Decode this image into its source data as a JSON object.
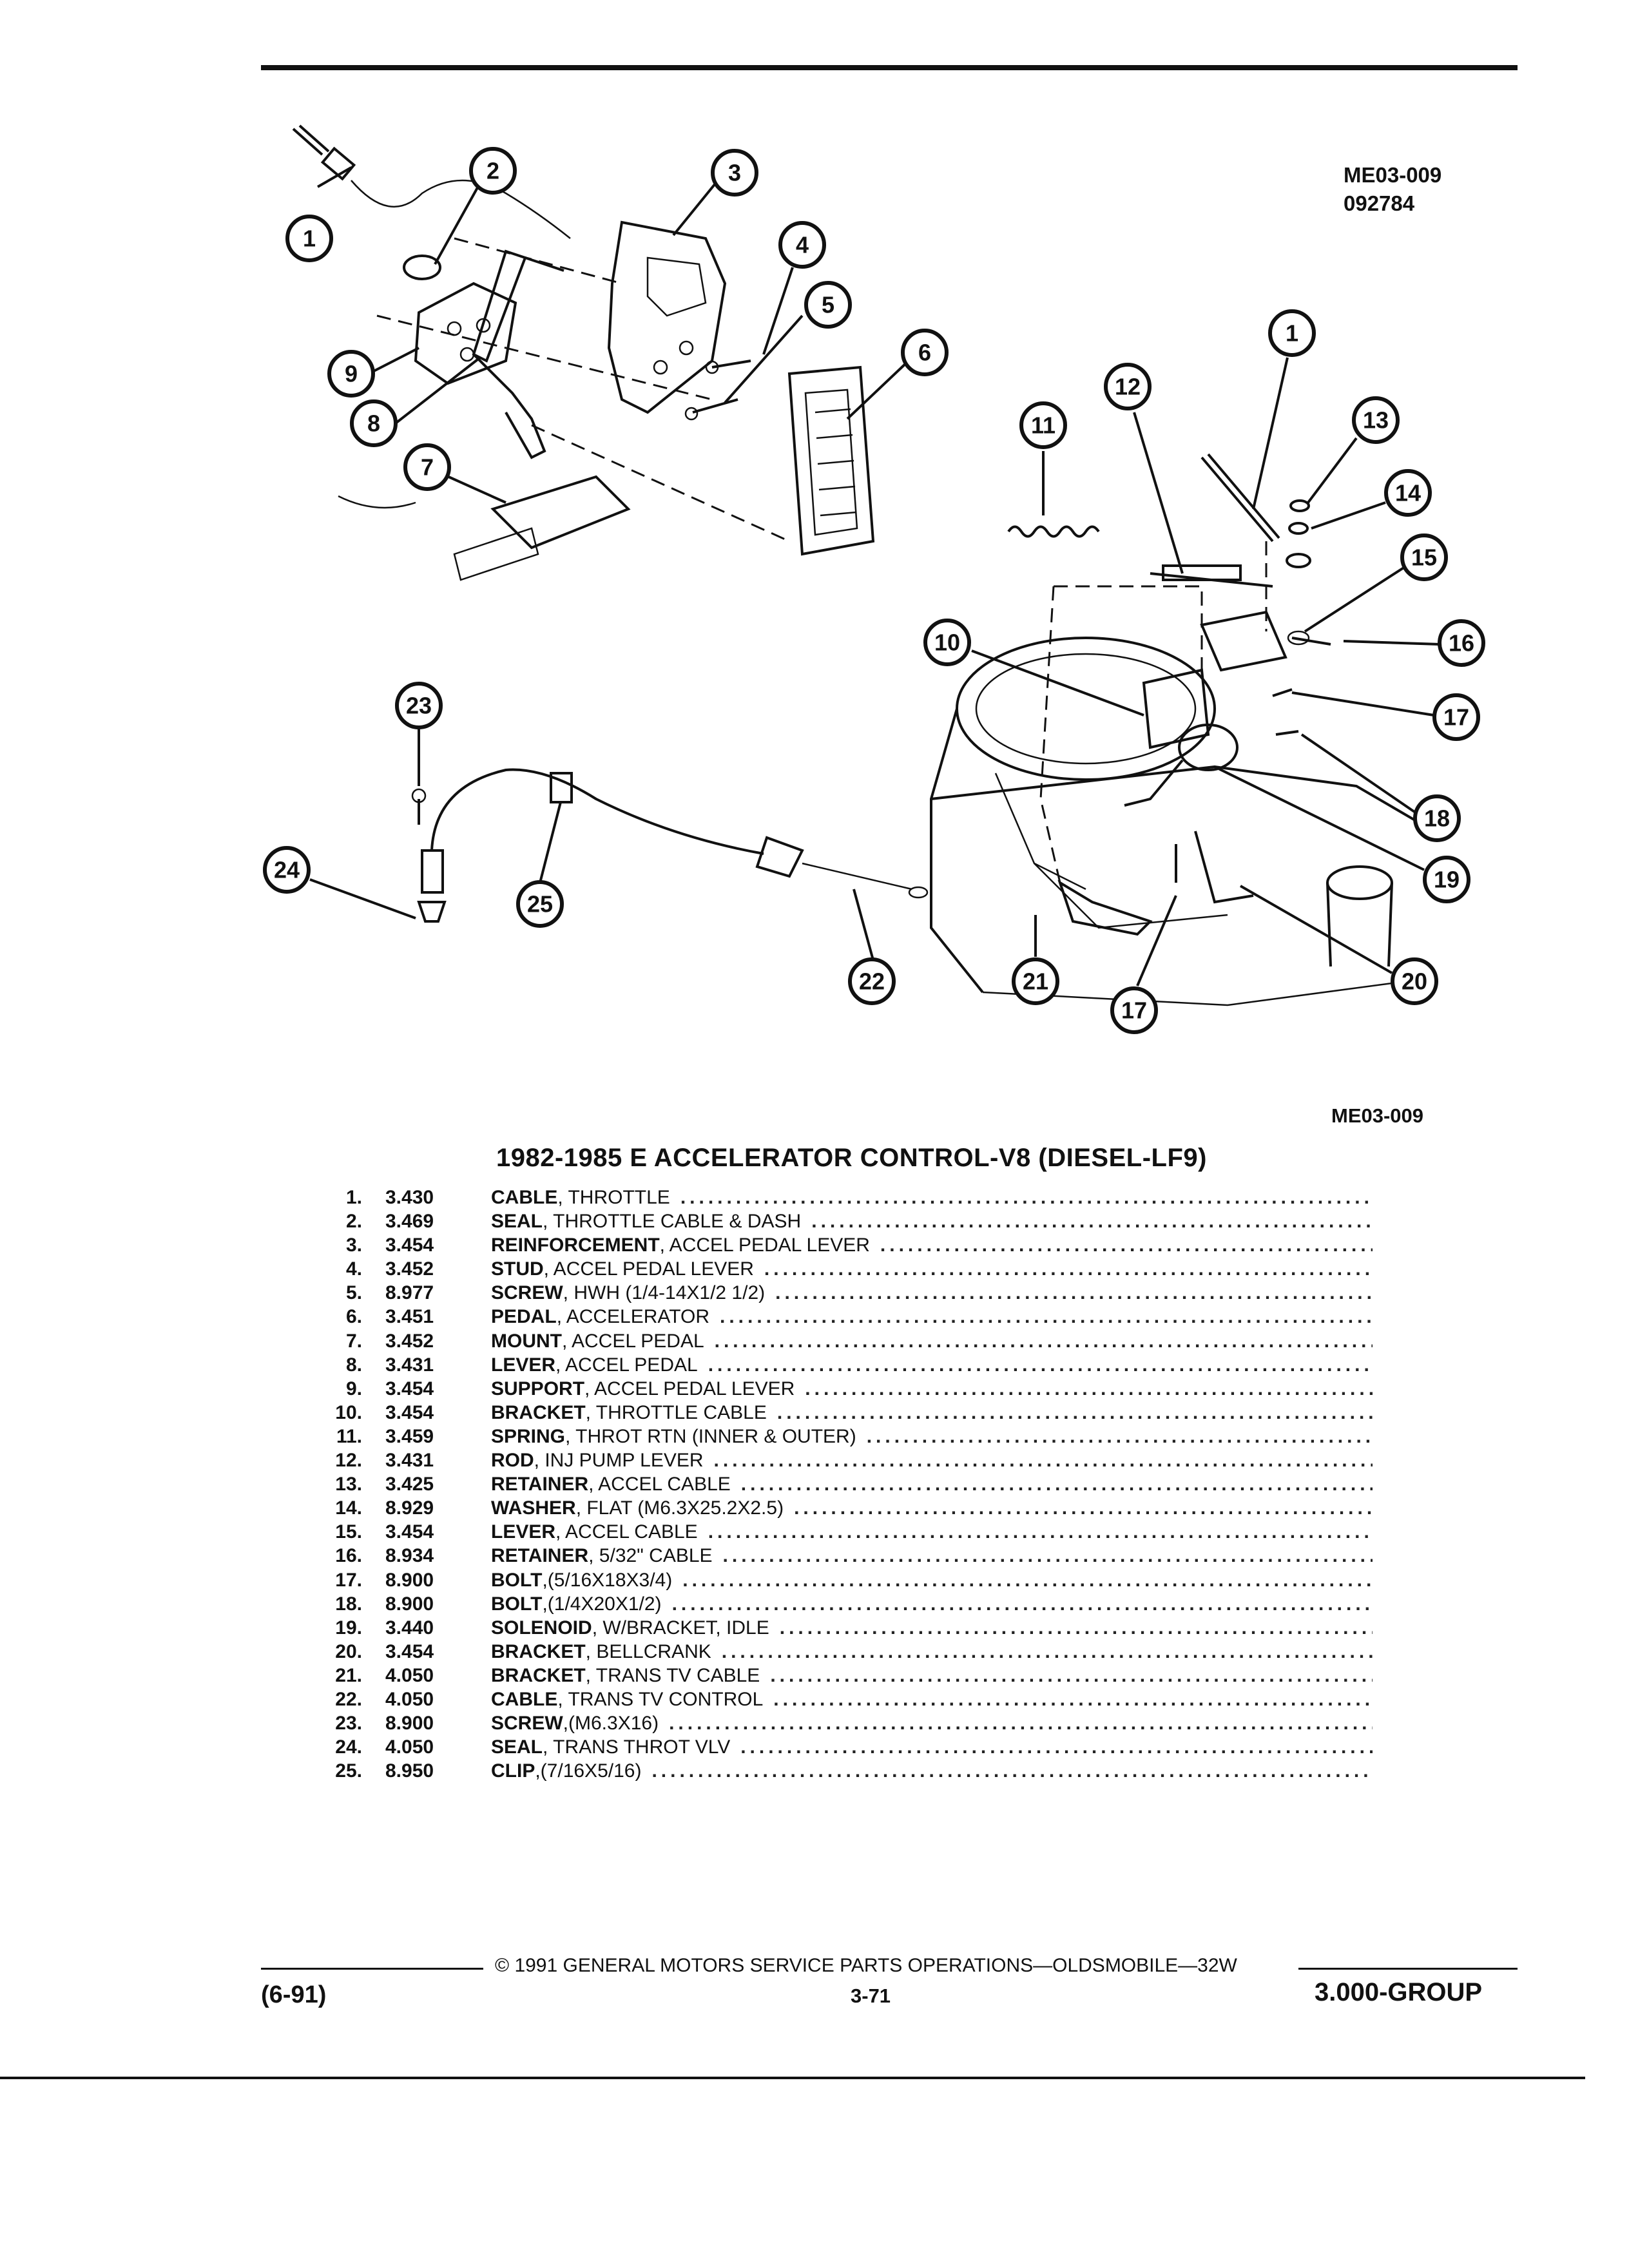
{
  "header": {
    "figure_code": "ME03-009",
    "figure_date": "092784"
  },
  "figure": {
    "code_bottom": "ME03-009",
    "callouts": [
      "1",
      "2",
      "3",
      "4",
      "5",
      "6",
      "7",
      "8",
      "9",
      "1",
      "11",
      "12",
      "13",
      "14",
      "15",
      "16",
      "10",
      "17",
      "18",
      "19",
      "20",
      "21",
      "17",
      "22",
      "23",
      "24",
      "25"
    ]
  },
  "title": "1982-1985 E ACCELERATOR CONTROL-V8 (DIESEL-LF9)",
  "parts": [
    {
      "num": "1.",
      "code": "3.430",
      "name": "CABLE",
      "desc": " , THROTTLE"
    },
    {
      "num": "2.",
      "code": "3.469",
      "name": "SEAL",
      "desc": " , THROTTLE CABLE & DASH"
    },
    {
      "num": "3.",
      "code": "3.454",
      "name": "REINFORCEMENT",
      "desc": " , ACCEL PEDAL LEVER"
    },
    {
      "num": "4.",
      "code": "3.452",
      "name": "STUD",
      "desc": " , ACCEL PEDAL LEVER"
    },
    {
      "num": "5.",
      "code": "8.977",
      "name": "SCREW",
      "desc": " , HWH (1/4-14X1/2 1/2)"
    },
    {
      "num": "6.",
      "code": "3.451",
      "name": "PEDAL",
      "desc": " , ACCELERATOR"
    },
    {
      "num": "7.",
      "code": "3.452",
      "name": "MOUNT",
      "desc": " , ACCEL PEDAL"
    },
    {
      "num": "8.",
      "code": "3.431",
      "name": "LEVER",
      "desc": " , ACCEL PEDAL"
    },
    {
      "num": "9.",
      "code": "3.454",
      "name": "SUPPORT",
      "desc": " , ACCEL PEDAL LEVER"
    },
    {
      "num": "10.",
      "code": "3.454",
      "name": "BRACKET",
      "desc": " , THROTTLE CABLE"
    },
    {
      "num": "11.",
      "code": "3.459",
      "name": "SPRING",
      "desc": " , THROT RTN (INNER & OUTER)"
    },
    {
      "num": "12.",
      "code": "3.431",
      "name": "ROD",
      "desc": " , INJ PUMP LEVER"
    },
    {
      "num": "13.",
      "code": "3.425",
      "name": "RETAINER",
      "desc": " , ACCEL CABLE"
    },
    {
      "num": "14.",
      "code": "8.929",
      "name": "WASHER",
      "desc": " , FLAT (M6.3X25.2X2.5)"
    },
    {
      "num": "15.",
      "code": "3.454",
      "name": "LEVER",
      "desc": " , ACCEL CABLE"
    },
    {
      "num": "16.",
      "code": "8.934",
      "name": "RETAINER",
      "desc": " , 5/32\" CABLE"
    },
    {
      "num": "17.",
      "code": "8.900",
      "name": "BOLT",
      "desc": " ,(5/16X18X3/4)"
    },
    {
      "num": "18.",
      "code": "8.900",
      "name": "BOLT",
      "desc": " ,(1/4X20X1/2)"
    },
    {
      "num": "19.",
      "code": "3.440",
      "name": "SOLENOID",
      "desc": " , W/BRACKET, IDLE"
    },
    {
      "num": "20.",
      "code": "3.454",
      "name": "BRACKET",
      "desc": " , BELLCRANK"
    },
    {
      "num": "21.",
      "code": "4.050",
      "name": "BRACKET",
      "desc": " , TRANS TV CABLE"
    },
    {
      "num": "22.",
      "code": "4.050",
      "name": "CABLE",
      "desc": " , TRANS TV CONTROL"
    },
    {
      "num": "23.",
      "code": "8.900",
      "name": "SCREW",
      "desc": " ,(M6.3X16)"
    },
    {
      "num": "24.",
      "code": "4.050",
      "name": "SEAL",
      "desc": " , TRANS THROT VLV"
    },
    {
      "num": "25.",
      "code": "8.950",
      "name": "CLIP",
      "desc": " ,(7/16X5/16)"
    }
  ],
  "footer": {
    "copyright": "© 1991 GENERAL MOTORS SERVICE PARTS OPERATIONS—OLDSMOBILE—32W",
    "date": "(6-91)",
    "page": "3-71",
    "group": "3.000-GROUP"
  }
}
